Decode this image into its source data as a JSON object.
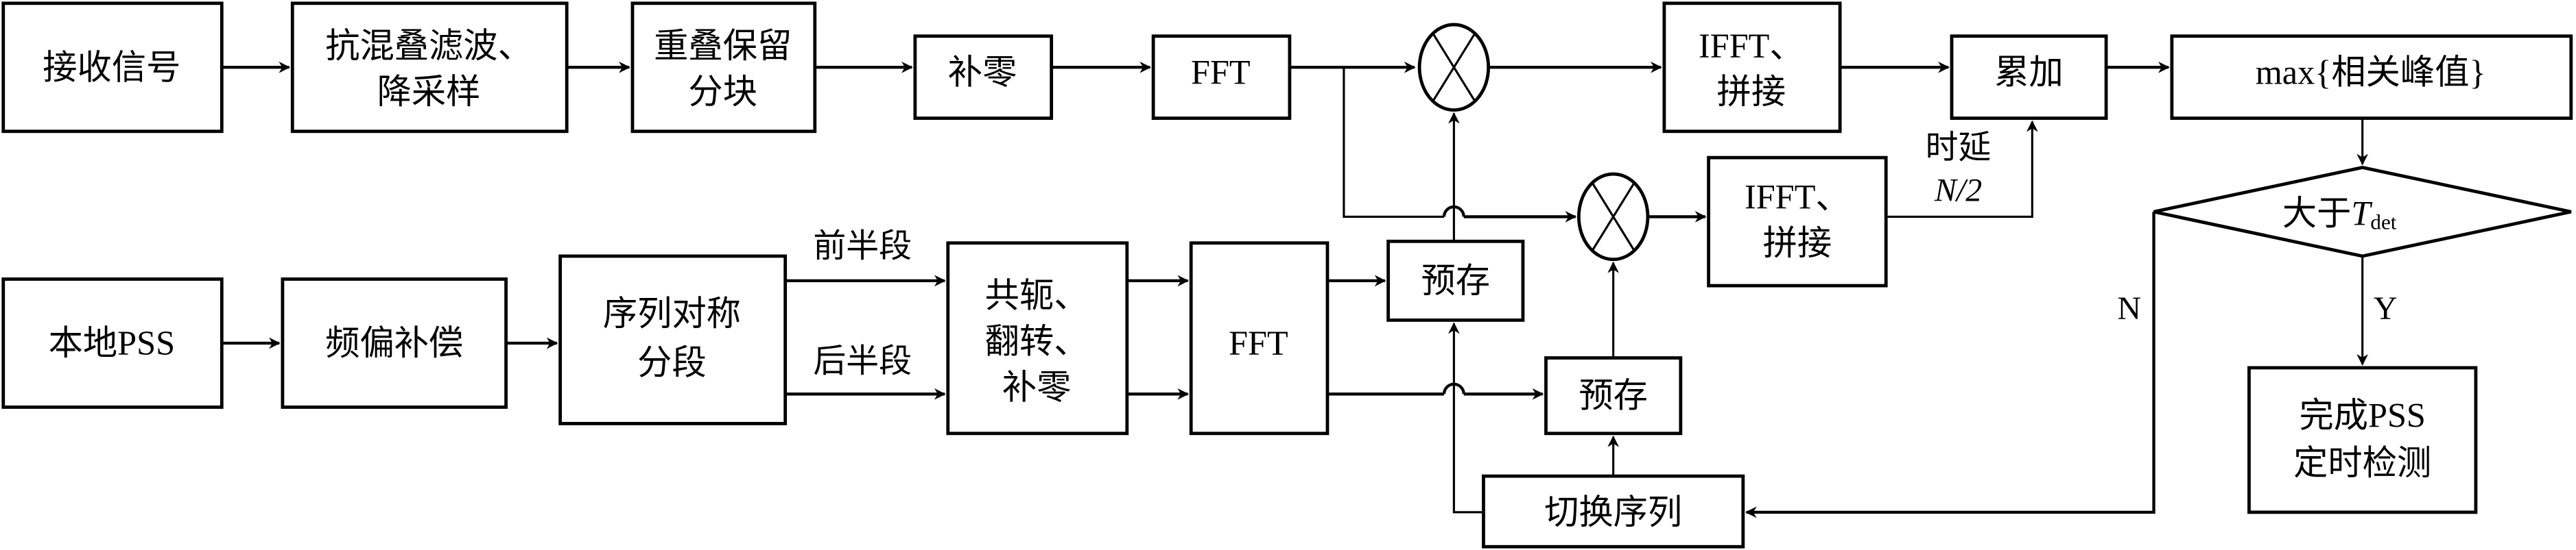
{
  "blocks": {
    "receive_signal": "接收信号",
    "antialias_line1": "抗混叠滤波、",
    "antialias_line2": "降采样",
    "overlap_line1": "重叠保留",
    "overlap_line2": "分块",
    "zero_pad_top": "补零",
    "fft_top": "FFT",
    "ifft_top_line1": "IFFT、",
    "ifft_top_line2": "拼接",
    "accumulate": "累加",
    "max_peak": "max{相关峰值}",
    "ifft_mid_line1": "IFFT、",
    "ifft_mid_line2": "拼接",
    "local_pss": "本地PSS",
    "freq_comp": "频偏补偿",
    "seg_line1": "序列对称",
    "seg_line2": "分段",
    "conj_line1": "共轭、",
    "conj_line2": "翻转、",
    "conj_line3": "补零",
    "fft_bottom": "FFT",
    "prestore_1": "预存",
    "prestore_2": "预存",
    "switch_seq": "切换序列",
    "decision_main": "大于",
    "decision_var": "T",
    "decision_sub": "det",
    "done_line1": "完成PSS",
    "done_line2": "定时检测"
  },
  "labels": {
    "first_half": "前半段",
    "second_half": "后半段",
    "delay_line1": "时延",
    "delay_line2": "N/2",
    "no": "N",
    "yes": "Y"
  },
  "icons": {
    "multiplier": "circled-times"
  }
}
